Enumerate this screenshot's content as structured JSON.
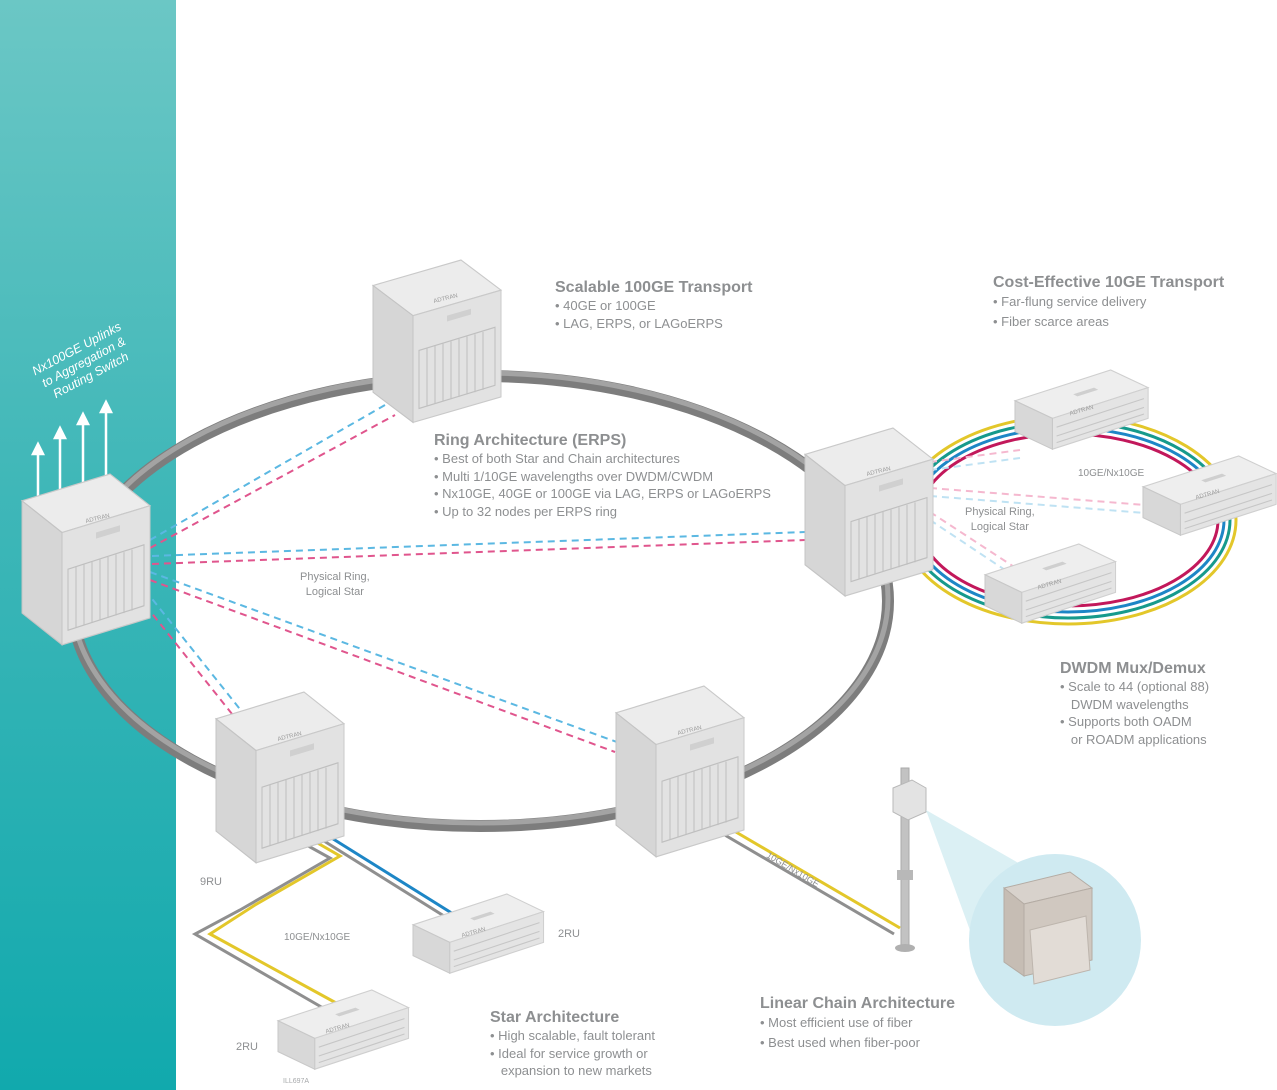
{
  "uplink_label": "Nx100GE Uplinks\nto Aggregation &\nRouting Switch",
  "scalable": {
    "title": "Scalable 100GE Transport",
    "bullets": [
      "• 40GE or 100GE",
      "• LAG, ERPS, or LAGoERPS"
    ]
  },
  "cost_effective": {
    "title": "Cost-Effective 10GE Transport",
    "bullets": [
      "• Far-flung service delivery",
      "• Fiber scarce areas"
    ]
  },
  "ring": {
    "title": "Ring Architecture (ERPS)",
    "bullets": [
      "• Best of both Star and Chain architectures",
      "• Multi 1/10GE wavelengths over DWDM/CWDM",
      "•  Nx10GE, 40GE or 100GE via LAG, ERPS or LAGoERPS",
      "• Up to 32 nodes per ERPS ring"
    ]
  },
  "dwdm": {
    "title": "DWDM Mux/Demux",
    "bullets": [
      "• Scale to 44 (optional 88)",
      "   DWDM wavelengths",
      "• Supports both OADM",
      "   or ROADM applications"
    ]
  },
  "star": {
    "title": "Star Architecture",
    "bullets": [
      "• High scalable, fault tolerant",
      "• Ideal for service growth or",
      "   expansion to new markets"
    ]
  },
  "linear": {
    "title": "Linear Chain Architecture",
    "bullets": [
      "• Most efficient use of fiber",
      "• Best used when fiber-poor"
    ]
  },
  "labels": {
    "phys_ring_main": "Physical Ring,\nLogical Star",
    "phys_ring_small": "Physical Ring,\nLogical Star",
    "link_dwdm": "10GE/Nx10GE",
    "link_star": "10GE/Nx10GE",
    "link_linear": "10GE/Nx10GE",
    "ru_9": "9RU",
    "ru_2a": "2RU",
    "ru_2b": "2RU",
    "ill_code": "ILL697A",
    "brand": "ADTRAN"
  },
  "colors": {
    "sidebar_top": "#6bc7c5",
    "sidebar_bottom": "#11a9ad",
    "dash_blue": "#5bb8e2",
    "dash_pink": "#e0558d",
    "fiber_yellow": "#e3c72a",
    "fiber_gray": "#8f8f8f",
    "fiber_blue": "#1d86c6",
    "ring_teal": "#169a8c",
    "ring_magenta": "#c2185b"
  }
}
